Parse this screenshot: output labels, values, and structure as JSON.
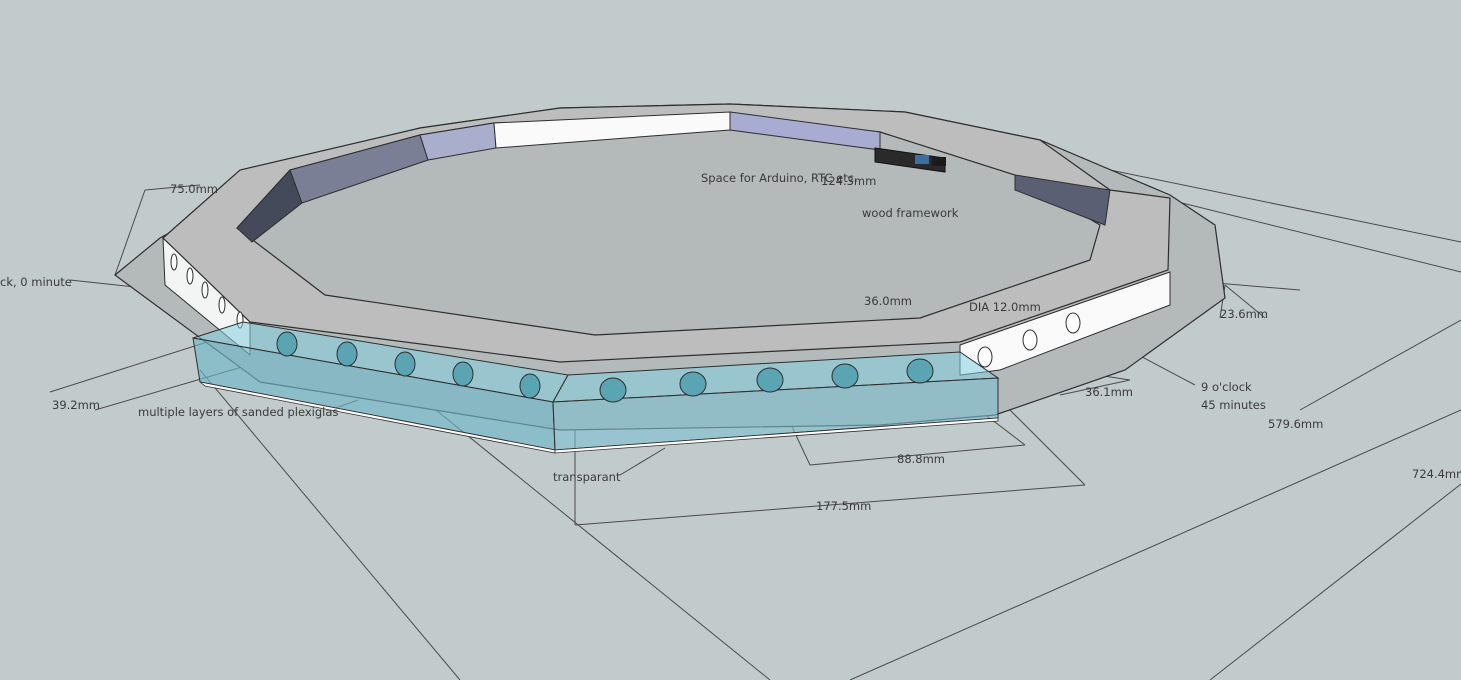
{
  "scene": {
    "background": "#c2cbcc",
    "dimension_line_color": "#4a4a4a",
    "colors": {
      "top_face": "#bcbcbc",
      "inner_wall_dark": "#444a5a",
      "inner_wall_mid": "#7a7f96",
      "inner_wall_light": "#a9aecd",
      "outer_white": "#ffffff",
      "plexiglass": "#6cc3d6",
      "arduino_board": "#2a2a2a"
    }
  },
  "annotations": {
    "arduino": "Space for Arduino, RTC etc.",
    "wood": "wood framework",
    "plexi": "multiple layers of sanded plexiglas",
    "transparent": "transparant",
    "nine_oclock_l1": "9 o'clock",
    "nine_oclock_l2": "45 minutes",
    "zero_minute": "ck, 0 minute",
    "dia": "DIA 12.0mm"
  },
  "dimensions": {
    "d75": "75.0mm",
    "d124": "124.3mm",
    "d36": "36.0mm",
    "d236": "23.6mm",
    "d392": "39.2mm",
    "d361": "36.1mm",
    "d888": "88.8mm",
    "d1775": "177.5mm",
    "d5796": "579.6mm",
    "d7244": "724.4mm"
  }
}
